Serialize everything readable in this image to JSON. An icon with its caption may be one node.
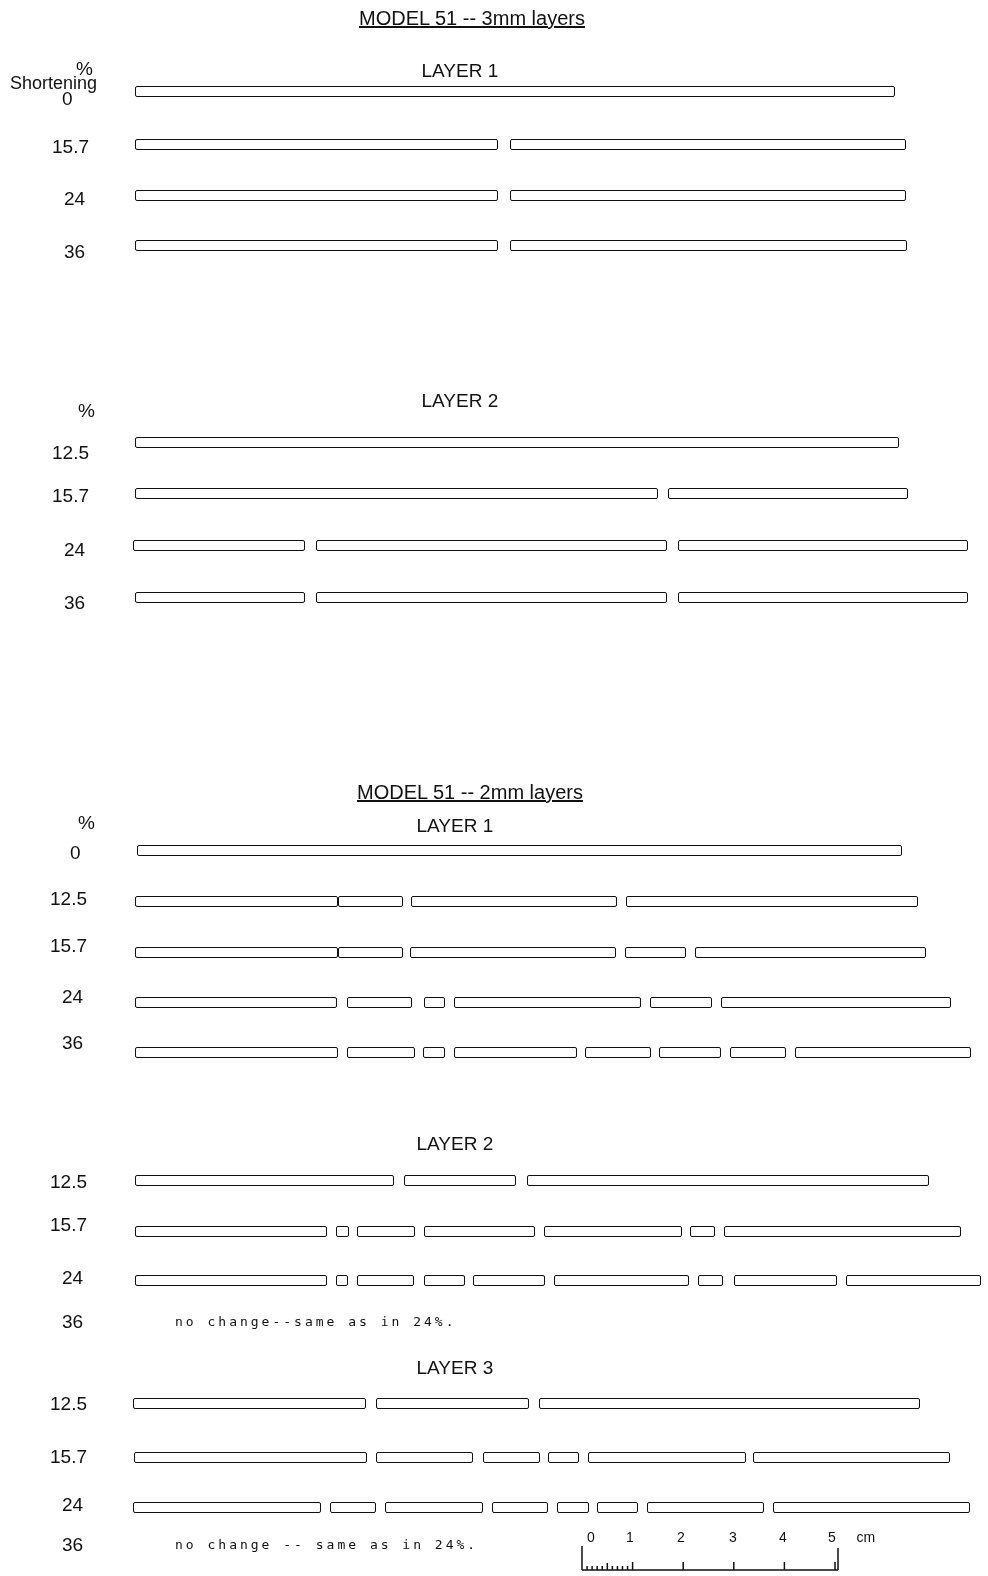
{
  "diagram": {
    "labels": [
      "MODEL 51 -- 3mm layers",
      "%",
      "Shortening",
      "LAYER 1",
      "0",
      "15.7",
      "24",
      "36",
      "LAYER 2",
      "%",
      "12.5",
      "15.7",
      "24",
      "36",
      "MODEL 51 -- 2mm layers",
      "%",
      "LAYER 1",
      "0",
      "12.5",
      "15.7",
      "24",
      "36",
      "LAYER 2",
      "12.5",
      "15.7",
      "24",
      "36",
      "no change--same as in 24%.",
      "LAYER 3",
      "12.5",
      "15.7",
      "24",
      "36",
      "no change -- same as in 24%.",
      "0",
      "1",
      "2",
      "3",
      "4",
      "5",
      "cm"
    ]
  }
}
